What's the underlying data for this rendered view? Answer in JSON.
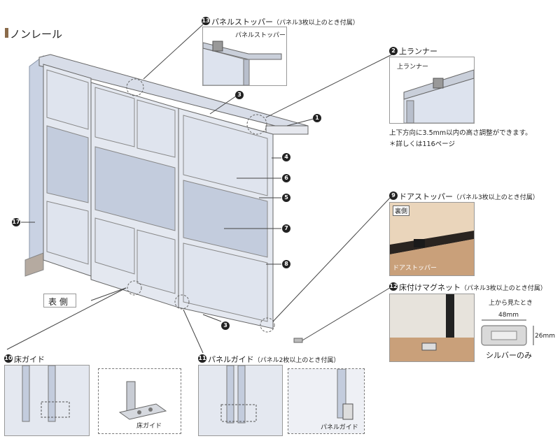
{
  "title": "ノンレール",
  "front_side_label": "表 側",
  "callouts": {
    "n1": "1",
    "n2": "2",
    "n3a": "3",
    "n3b": "3",
    "n4": "4",
    "n5": "5",
    "n6": "6",
    "n7": "7",
    "n8": "8",
    "n9": "9",
    "n10": "10",
    "n11": "11",
    "n12": "12",
    "n13": "13",
    "n17": "17"
  },
  "panel_stopper": {
    "heading": "パネルストッパー",
    "note": "（パネル3枚以上のとき付属）",
    "inset_label": "パネルストッパー"
  },
  "upper_runner": {
    "heading": "上ランナー",
    "inset_label": "上ランナー",
    "desc1": "上下方向に3.5mm以内の高さ調整ができます。",
    "desc2": "＊詳しくは116ページ"
  },
  "door_stopper": {
    "heading": "ドアストッパー",
    "note": "（パネル3枚以上のとき付属）",
    "tag": "裏側",
    "inset_label": "ドアストッパー"
  },
  "floor_magnet": {
    "heading": "床付けマグネット",
    "note": "（パネル3枚以上のとき付属）",
    "top_view": "上から見たとき",
    "width": "48mm",
    "height": "26mm",
    "silver": "シルバーのみ"
  },
  "floor_guide": {
    "heading": "床ガイド",
    "inset_label": "床ガイド"
  },
  "panel_guide": {
    "heading": "パネルガイド",
    "note": "（パネル2枚以上のとき付属）",
    "inset_label": "パネルガイド"
  }
}
